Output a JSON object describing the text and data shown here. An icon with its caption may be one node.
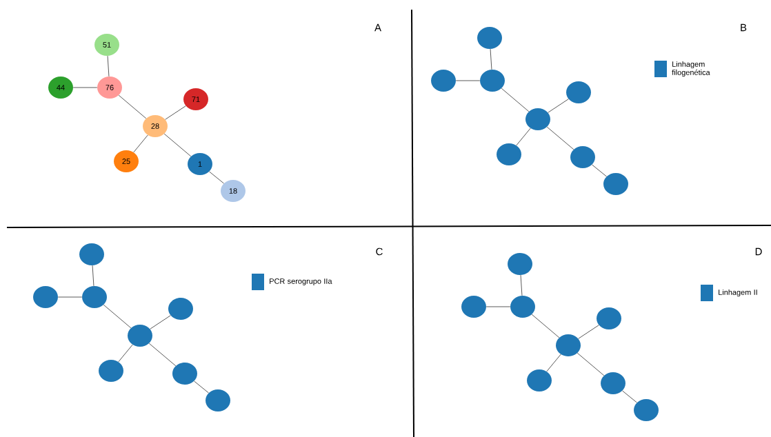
{
  "diagram": {
    "nodes": [
      {
        "text": [
          "51"
        ]
      },
      {
        "text": [
          "44"
        ]
      },
      {
        "text": [
          "76"
        ]
      },
      {
        "text": [
          "71"
        ]
      },
      {
        "text": [
          "28"
        ]
      },
      {
        "text": [
          "25"
        ]
      },
      {
        "text": [
          "1"
        ]
      },
      {
        "text": [
          "18"
        ]
      },
      {
        "text": [],
        "shape": "circle"
      },
      {
        "text": [],
        "shape": "circle"
      },
      {
        "text": [],
        "shape": "circle"
      },
      {
        "text": [],
        "shape": "circle"
      },
      {
        "text": [],
        "shape": "circle"
      },
      {
        "text": [],
        "shape": "circle"
      },
      {
        "text": [],
        "shape": "circle"
      },
      {
        "text": [],
        "shape": "circle"
      },
      {
        "text": [],
        "shape": "circle"
      },
      {
        "text": [],
        "shape": "circle"
      },
      {
        "text": [],
        "shape": "circle"
      },
      {
        "text": [],
        "shape": "circle"
      },
      {
        "text": [],
        "shape": "circle"
      },
      {
        "text": [],
        "shape": "circle"
      },
      {
        "text": [],
        "shape": "circle"
      },
      {
        "text": [],
        "shape": "circle"
      },
      {
        "text": [],
        "shape": "circle"
      },
      {
        "text": [],
        "shape": "circle"
      },
      {
        "text": [],
        "shape": "circle"
      },
      {
        "text": [],
        "shape": "circle"
      },
      {
        "text": [],
        "shape": "circle"
      },
      {
        "text": [],
        "shape": "circle"
      },
      {
        "text": [],
        "shape": "circle"
      },
      {
        "text": [],
        "shape": "circle"
      }
    ],
    "edges": [
      {
        "from": 0,
        "to": 2,
        "arrow": "none"
      },
      {
        "from": 1,
        "to": 2,
        "arrow": "none"
      },
      {
        "from": 2,
        "to": 4,
        "arrow": "none"
      },
      {
        "from": 4,
        "to": 3,
        "arrow": "none"
      },
      {
        "from": 4,
        "to": 5,
        "arrow": "none"
      },
      {
        "from": 4,
        "to": 6,
        "arrow": "none"
      },
      {
        "from": 6,
        "to": 7,
        "arrow": "none"
      },
      {
        "from": 8,
        "to": 10,
        "arrow": "none"
      },
      {
        "from": 9,
        "to": 10,
        "arrow": "none"
      },
      {
        "from": 10,
        "to": 12,
        "arrow": "none"
      },
      {
        "from": 12,
        "to": 11,
        "arrow": "none"
      },
      {
        "from": 12,
        "to": 13,
        "arrow": "none"
      },
      {
        "from": 12,
        "to": 14,
        "arrow": "none"
      },
      {
        "from": 14,
        "to": 15,
        "arrow": "none"
      },
      {
        "from": 16,
        "to": 18,
        "arrow": "none"
      },
      {
        "from": 17,
        "to": 18,
        "arrow": "none"
      },
      {
        "from": 18,
        "to": 20,
        "arrow": "none"
      },
      {
        "from": 20,
        "to": 19,
        "arrow": "none"
      },
      {
        "from": 20,
        "to": 21,
        "arrow": "none"
      },
      {
        "from": 20,
        "to": 22,
        "arrow": "none"
      },
      {
        "from": 22,
        "to": 23,
        "arrow": "none"
      },
      {
        "from": 24,
        "to": 26,
        "arrow": "none"
      },
      {
        "from": 25,
        "to": 26,
        "arrow": "none"
      },
      {
        "from": 26,
        "to": 28,
        "arrow": "none"
      },
      {
        "from": 28,
        "to": 27,
        "arrow": "none"
      },
      {
        "from": 28,
        "to": 29,
        "arrow": "none"
      },
      {
        "from": 28,
        "to": 30,
        "arrow": "none"
      },
      {
        "from": 30,
        "to": 31,
        "arrow": "none"
      }
    ],
    "labels": [
      "A",
      "B",
      "C",
      "D"
    ],
    "legend": [
      {
        "text": "Linhagem filogenética",
        "color": "#1f77b4"
      },
      {
        "text": "PCR serogrupo IIa",
        "color": "#1f77b4"
      },
      {
        "text": "Linhagem II",
        "color": "#1f77b4"
      }
    ]
  }
}
